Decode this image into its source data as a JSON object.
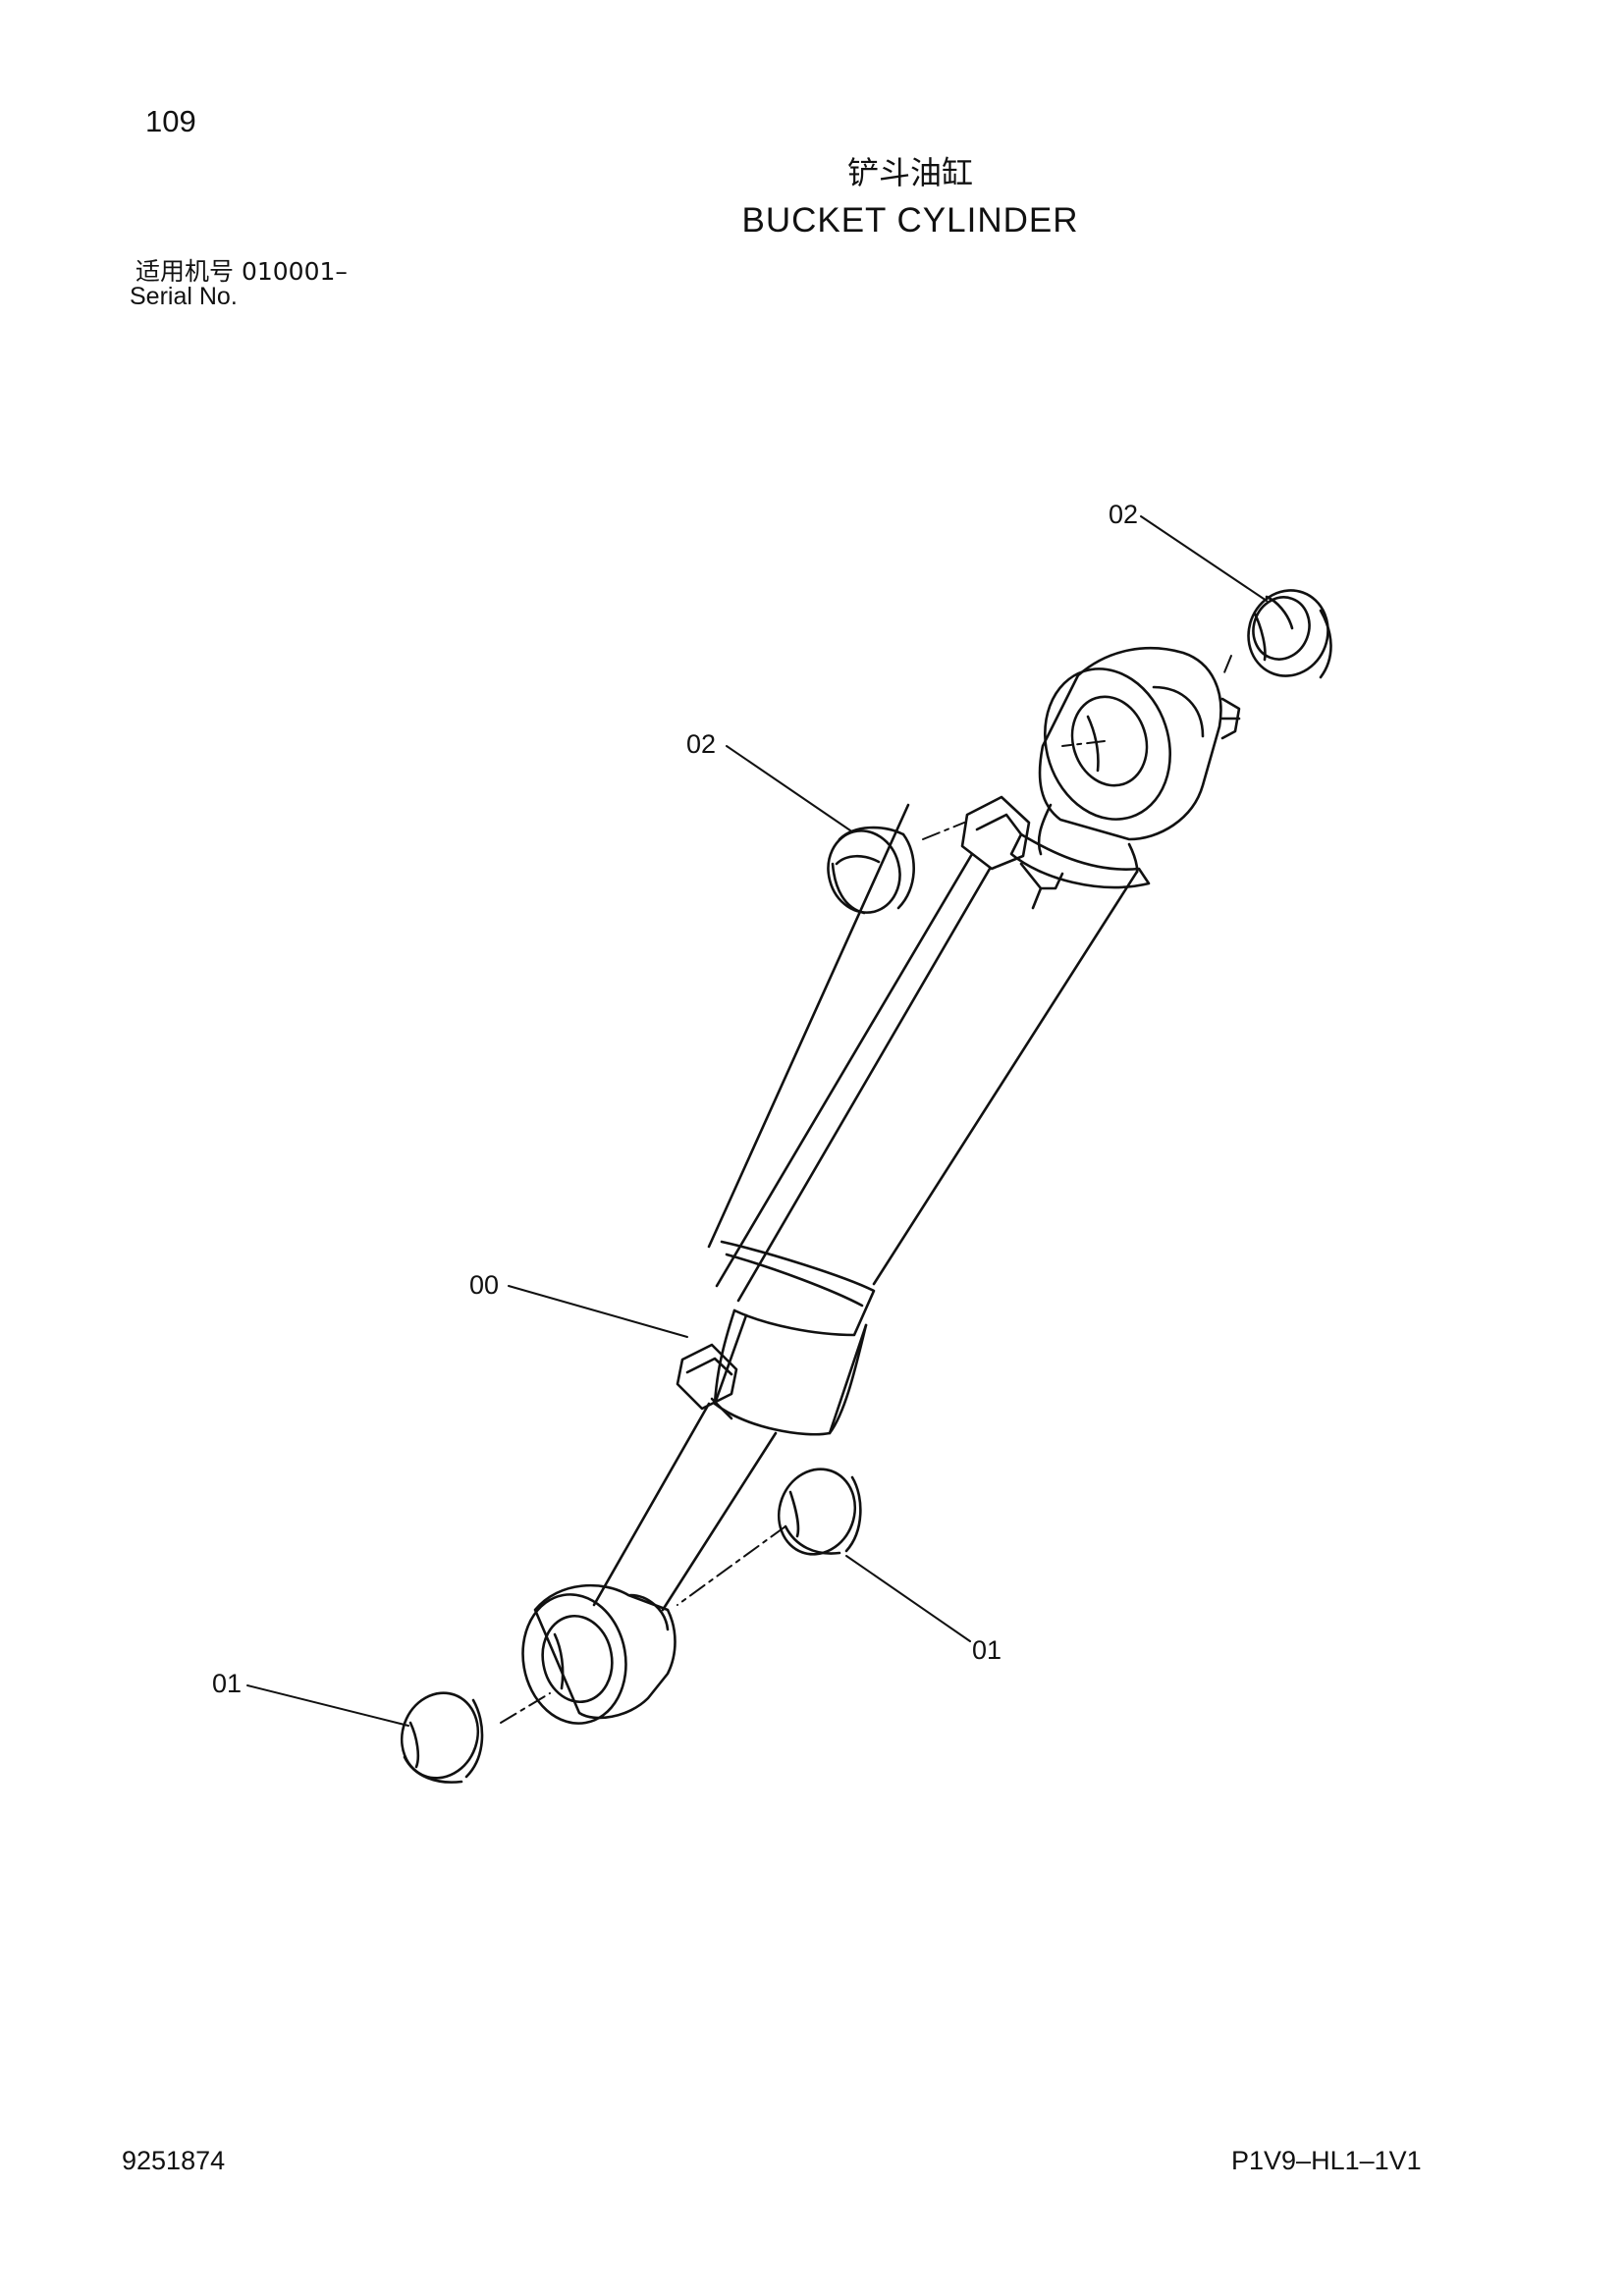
{
  "page": {
    "number": "109",
    "title_cn": "铲斗油缸",
    "title_en": "BUCKET  CYLINDER",
    "serial_label_cn": "适用机号  010001–",
    "serial_label_en": "Serial No.",
    "doc_number": "9251874",
    "doc_code": "P1V9–HL1–1V1"
  },
  "callouts": {
    "part_02_top": "02",
    "part_02_left": "02",
    "part_00": "00",
    "part_01_left": "01",
    "part_01_right": "01"
  }
}
